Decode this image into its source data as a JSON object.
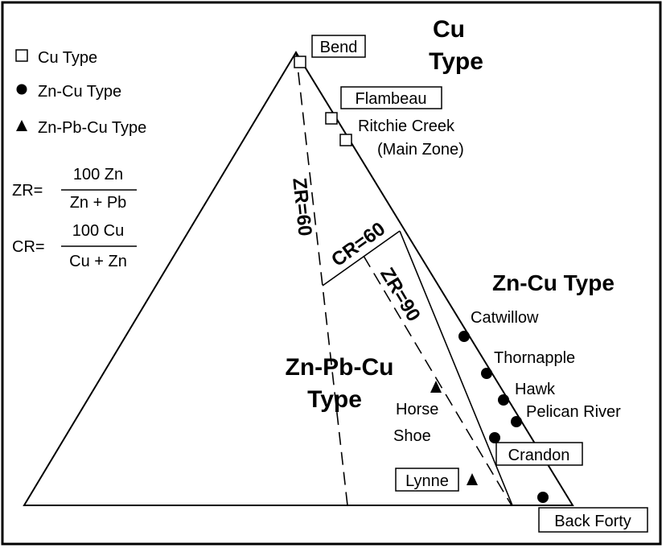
{
  "legend": {
    "cu_type": "Cu Type",
    "zn_cu_type": "Zn-Cu Type",
    "zn_pb_cu_type": "Zn-Pb-Cu Type"
  },
  "formulas": {
    "zr_label": "ZR=",
    "zr_numerator": "100 Zn",
    "zr_denominator": "Zn + Pb",
    "cr_label": "CR=",
    "cr_numerator": "100 Cu",
    "cr_denominator": "Cu + Zn"
  },
  "field_labels": {
    "cu_line1": "Cu",
    "cu_line2": "Type",
    "zn_cu": "Zn-Cu Type",
    "zn_pb_cu_line1": "Zn-Pb-Cu",
    "zn_pb_cu_line2": "Type"
  },
  "divider_labels": {
    "zr60": "ZR=60",
    "cr60": "CR=60",
    "zr90": "ZR=90"
  },
  "sites": {
    "bend": "Bend",
    "flambeau": "Flambeau",
    "ritchie_line1": "Ritchie Creek",
    "ritchie_line2": "(Main Zone)",
    "catwillow": "Catwillow",
    "thornapple": "Thornapple",
    "hawk": "Hawk",
    "pelican": "Pelican River",
    "crandon": "Crandon",
    "horse_line1": "Horse",
    "horse_line2": "Shoe",
    "lynne": "Lynne",
    "back_forty": "Back Forty"
  }
}
